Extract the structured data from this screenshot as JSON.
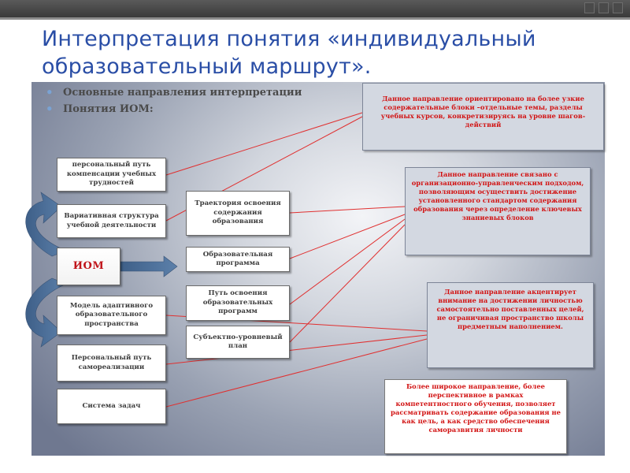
{
  "title": "Интерпретация понятия «индивидуальный образовательный маршрут».",
  "bullets": [
    "Основные направления интерпретации",
    "Понятия ИОМ:"
  ],
  "left_boxes": {
    "personal_path": "персональный путь компенсации учебных трудностей",
    "variative": "Вариативная структура учебной деятельности",
    "iom": "ИОМ",
    "adaptive": "Модель адаптивного образовательного пространства",
    "selfrealization": "Персональный путь самореализации",
    "tasks": "Система задач"
  },
  "mid_boxes": {
    "trajectory": "Траектория освоения содержания образования",
    "program": "Образовательная программа",
    "path_programs": "Путь освоения образовательных программ",
    "subject_plan": "Субъектно-уровневый план"
  },
  "callouts": {
    "c1": "Данное направление ориентировано на более узкие содержательные блоки –отдельные темы, разделы учебных курсов, конкретизируясь на уровне шагов-действий",
    "c2": "Данное направление связано с организационно-управленческим подходом, позволяющим осуществить достижение установленного стандартом содержания образования через определение ключевых знаниевых блоков",
    "c3": "Данное направление акцентирует внимание на достижении личностью самостоятельно поставленных целей, не ограничивая пространство школы предметным наполнением.",
    "c4": "Более широкое направление, более перспективное в рамках компетентностного обучения, позволяет рассматривать содержание образования не как цель, а как средство обеспечения саморазвития личности"
  },
  "colors": {
    "title": "#2a4ea6",
    "callout_text": "#d21414",
    "arrow_fill": "#4a6d96",
    "connector": "#e03030"
  }
}
